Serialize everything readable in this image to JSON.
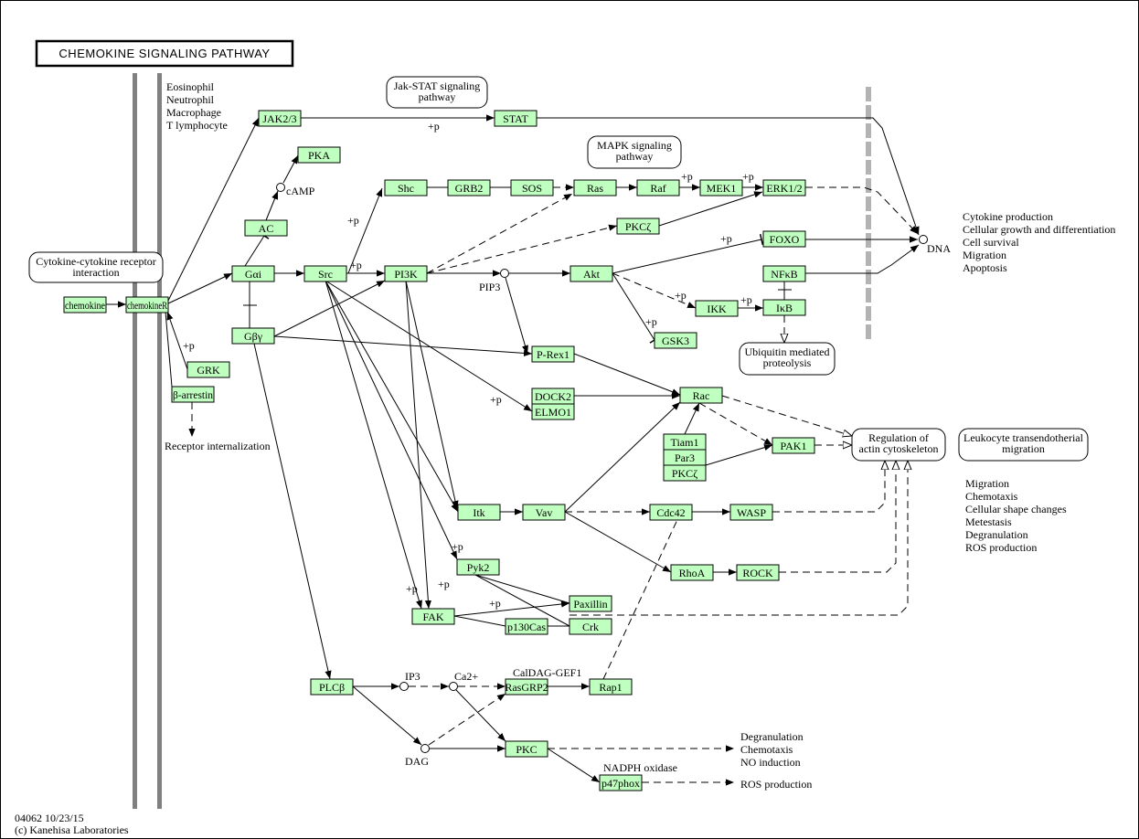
{
  "title": "CHEMOKINE SIGNALING PATHWAY",
  "footer": {
    "line1": "04062 10/23/15",
    "line2": "(c) Kanehisa Laboratories"
  },
  "cell_types": [
    "Eosinophil",
    "Neutrophil",
    "Macrophage",
    "T lymphocyte"
  ],
  "colors": {
    "gene_fill": "#bfffbf",
    "membrane": "#808080",
    "nuclear_membrane": "#b3b3b3"
  },
  "nodes": [
    {
      "id": "chemokine",
      "label": "chemokine"
    },
    {
      "id": "chemokineR",
      "label": "chemokineR"
    },
    {
      "id": "GRK",
      "label": "GRK"
    },
    {
      "id": "barrestin",
      "label": "β-arrestin"
    },
    {
      "id": "JAK",
      "label": "JAK2/3"
    },
    {
      "id": "STAT",
      "label": "STAT"
    },
    {
      "id": "PKA",
      "label": "PKA"
    },
    {
      "id": "AC",
      "label": "AC"
    },
    {
      "id": "Gai",
      "label": "Gαi"
    },
    {
      "id": "Gby",
      "label": "Gβγ"
    },
    {
      "id": "Src",
      "label": "Src"
    },
    {
      "id": "PI3K",
      "label": "PI3K"
    },
    {
      "id": "Shc",
      "label": "Shc"
    },
    {
      "id": "GRB2",
      "label": "GRB2"
    },
    {
      "id": "SOS",
      "label": "SOS"
    },
    {
      "id": "Ras",
      "label": "Ras"
    },
    {
      "id": "Raf",
      "label": "Raf"
    },
    {
      "id": "MEK1",
      "label": "MEK1"
    },
    {
      "id": "ERK",
      "label": "ERK1/2"
    },
    {
      "id": "PKCz1",
      "label": "PKCζ"
    },
    {
      "id": "FOXO",
      "label": "FOXO"
    },
    {
      "id": "NFkB",
      "label": "NFκB"
    },
    {
      "id": "Akt",
      "label": "Akt"
    },
    {
      "id": "IKK",
      "label": "IKK"
    },
    {
      "id": "IkB",
      "label": "IκB"
    },
    {
      "id": "GSK3",
      "label": "GSK3"
    },
    {
      "id": "PRex1",
      "label": "P-Rex1"
    },
    {
      "id": "DOCK2",
      "label": "DOCK2"
    },
    {
      "id": "ELMO1",
      "label": "ELMO1"
    },
    {
      "id": "Rac",
      "label": "Rac"
    },
    {
      "id": "Tiam1",
      "label": "Tiam1"
    },
    {
      "id": "Par3",
      "label": "Par3"
    },
    {
      "id": "PKCz2",
      "label": "PKCζ"
    },
    {
      "id": "PAK1",
      "label": "PAK1"
    },
    {
      "id": "Itk",
      "label": "Itk"
    },
    {
      "id": "Vav",
      "label": "Vav"
    },
    {
      "id": "Cdc42",
      "label": "Cdc42"
    },
    {
      "id": "WASP",
      "label": "WASP"
    },
    {
      "id": "RhoA",
      "label": "RhoA"
    },
    {
      "id": "ROCK",
      "label": "ROCK"
    },
    {
      "id": "Pyk2",
      "label": "Pyk2"
    },
    {
      "id": "Paxillin",
      "label": "Paxillin"
    },
    {
      "id": "FAK",
      "label": "FAK"
    },
    {
      "id": "p130Cas",
      "label": "p130Cas"
    },
    {
      "id": "Crk",
      "label": "Crk"
    },
    {
      "id": "PLCb",
      "label": "PLCβ"
    },
    {
      "id": "RasGRP2",
      "label": "RasGRP2"
    },
    {
      "id": "Rap1",
      "label": "Rap1"
    },
    {
      "id": "PKC",
      "label": "PKC"
    },
    {
      "id": "p47phox",
      "label": "p47phox"
    }
  ],
  "maps": [
    {
      "id": "cytokine",
      "lines": [
        "Cytokine-cytokine receptor",
        "interaction"
      ]
    },
    {
      "id": "jakstat",
      "lines": [
        "Jak-STAT signaling",
        "pathway"
      ]
    },
    {
      "id": "mapk",
      "lines": [
        "MAPK signaling",
        "pathway"
      ]
    },
    {
      "id": "ubiquitin",
      "lines": [
        "Ubiquitin mediated",
        "proteolysis"
      ]
    },
    {
      "id": "actin",
      "lines": [
        "Regulation of",
        "actin cytoskeleton"
      ]
    },
    {
      "id": "leukocyte",
      "lines": [
        "Leukocyte transendotherial",
        "migration"
      ]
    }
  ],
  "compounds": [
    {
      "id": "cAMP",
      "label": "cAMP"
    },
    {
      "id": "PIP3",
      "label": "PIP3"
    },
    {
      "id": "DNA",
      "label": "DNA"
    },
    {
      "id": "IP3",
      "label": "IP3"
    },
    {
      "id": "Ca",
      "label": "Ca2+"
    },
    {
      "id": "DAG",
      "label": "DAG"
    }
  ],
  "annotations": {
    "receptor_internalization": "Receptor internalization",
    "caldag": "CalDAG-GEF1",
    "nadph": "NADPH oxidase",
    "phos": "+p"
  },
  "outcomes": {
    "nucleus": [
      "Cytokine production",
      "Cellular growth and differentiation",
      "Cell survival",
      "Migration",
      "Apoptosis"
    ],
    "cytoskeleton": [
      "Migration",
      "Chemotaxis",
      "Cellular shape changes",
      "Metestasis",
      "Degranulation",
      "ROS production"
    ],
    "pkc": [
      "Degranulation",
      "Chemotaxis",
      "NO induction"
    ],
    "p47phox": [
      "ROS production"
    ]
  }
}
